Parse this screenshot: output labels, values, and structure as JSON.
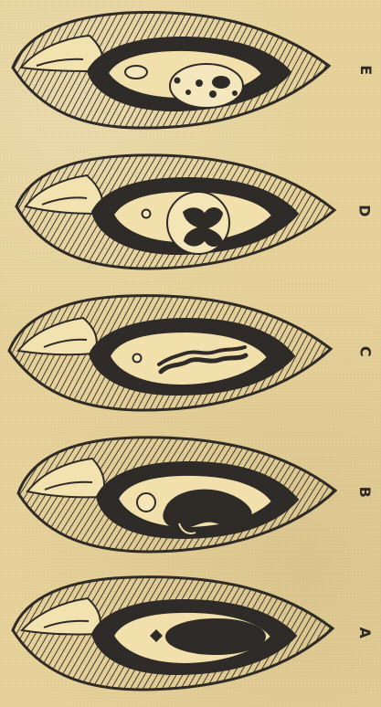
{
  "figure": {
    "panels": [
      {
        "label": "E"
      },
      {
        "label": "D"
      },
      {
        "label": "C"
      },
      {
        "label": "B"
      },
      {
        "label": "A"
      }
    ]
  }
}
